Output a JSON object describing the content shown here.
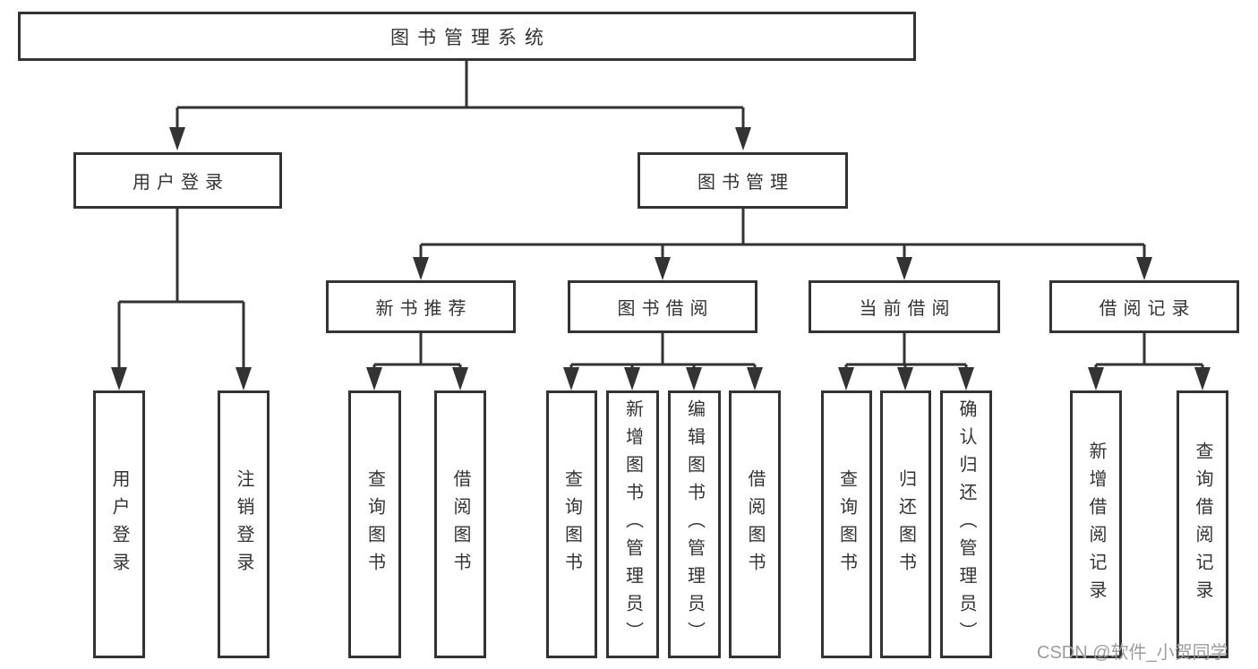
{
  "diagram": {
    "title": "图书管理系统",
    "modules": [
      {
        "label": "用户登录",
        "features": [
          "用户登录",
          "注销登录"
        ]
      },
      {
        "label": "图书管理",
        "submodules": [
          {
            "label": "新书推荐",
            "features": [
              "查询图书",
              "借阅图书"
            ]
          },
          {
            "label": "图书借阅",
            "features": [
              "查询图书",
              "新增图书（管理员）",
              "编辑图书（管理员）",
              "借阅图书"
            ]
          },
          {
            "label": "当前借阅",
            "features": [
              "查询图书",
              "归还图书",
              "确认归还（管理员）"
            ]
          },
          {
            "label": "借阅记录",
            "features": [
              "新增借阅记录",
              "查询借阅记录"
            ]
          }
        ]
      }
    ]
  },
  "watermark": {
    "text": "CSDN @软件_小贺同学"
  },
  "colors": {
    "line": "#333333",
    "box_border": "#333333",
    "text": "#333333",
    "watermark": "#9c9c9c",
    "background": "#ffffff"
  }
}
